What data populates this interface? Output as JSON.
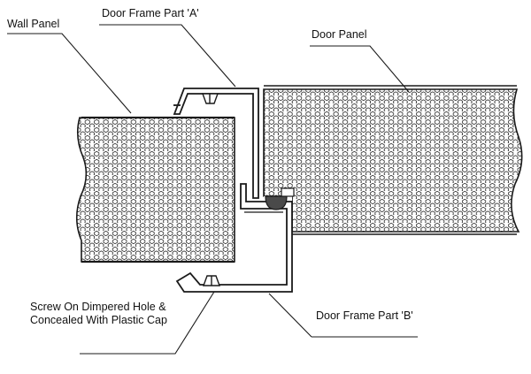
{
  "labels": {
    "wall_panel": "Wall Panel",
    "door_frame_a": "Door Frame Part 'A'",
    "door_panel": "Door Panel",
    "screw_line1": "Screw On Dimpered Hole &",
    "screw_line2": "Concealed With Plastic Cap",
    "door_frame_b": "Door Frame Part 'B'"
  },
  "colors": {
    "line": "#1a1a1a",
    "hex_fill": "#ffffff",
    "seal": "#4a4a4a",
    "frame_fill": "#dcdcdc"
  }
}
